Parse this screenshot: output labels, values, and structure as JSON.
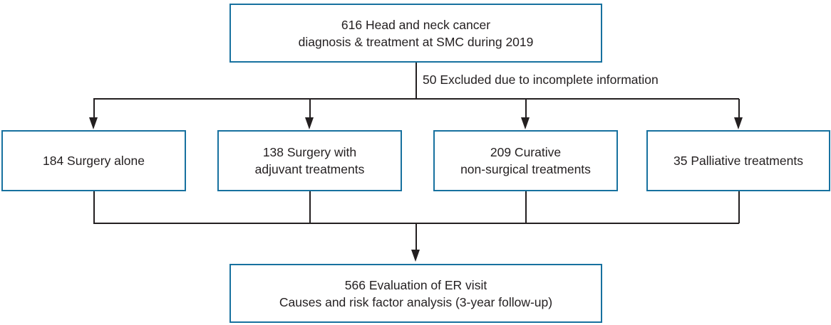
{
  "colors": {
    "box-border": "#17719f",
    "connector": "#231f20",
    "text": "#231f20",
    "background": "#ffffff"
  },
  "diagram": {
    "type": "flowchart",
    "nodes": {
      "source": {
        "count": 616,
        "lines": [
          "616 Head and neck cancer",
          "diagnosis & treatment at SMC during 2019"
        ]
      },
      "excluded_note": {
        "count": 50,
        "label": "50 Excluded due to incomplete information"
      },
      "branches": [
        {
          "count": 184,
          "lines": [
            "184 Surgery alone"
          ]
        },
        {
          "count": 138,
          "lines": [
            "138 Surgery with",
            "adjuvant treatments"
          ]
        },
        {
          "count": 209,
          "lines": [
            "209 Curative",
            "non-surgical treatments"
          ]
        },
        {
          "count": 35,
          "lines": [
            "35 Palliative treatments"
          ]
        }
      ],
      "outcome": {
        "count": 566,
        "lines": [
          "566 Evaluation of ER visit",
          "Causes and risk factor analysis (3-year follow-up)"
        ]
      }
    }
  }
}
